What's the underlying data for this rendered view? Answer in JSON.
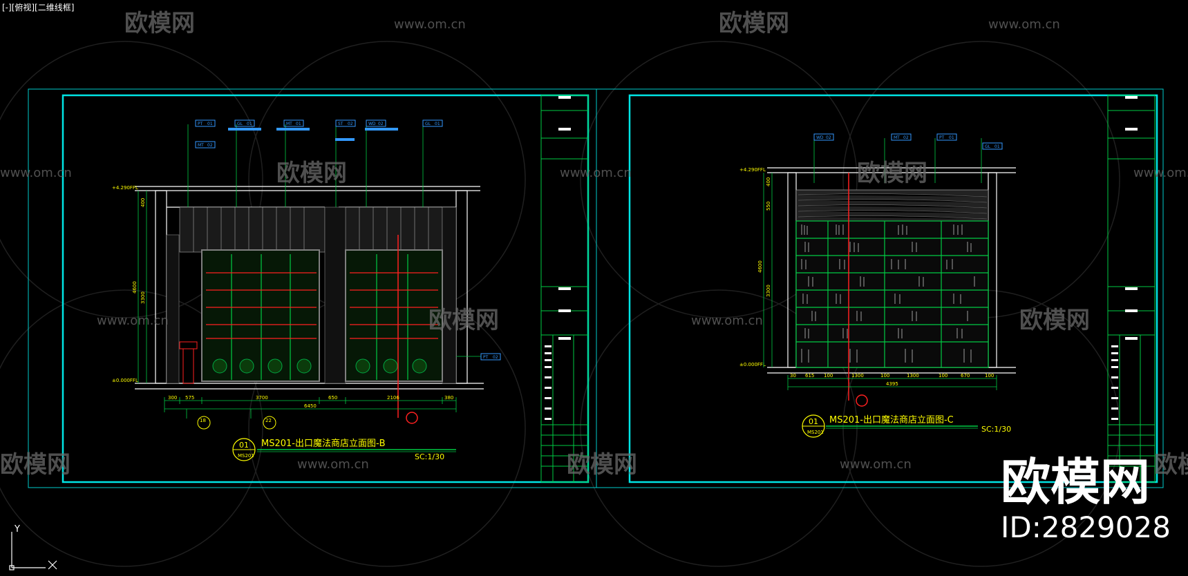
{
  "viewport": {
    "label": "[-][俯视][二维线框]"
  },
  "watermark": {
    "brand": "欧模网",
    "url": "www.om.cn",
    "id_text": "ID:2829028"
  },
  "drawings": [
    {
      "title": "MS201-出口魔法商店立面图-B",
      "scale": "SC:1/30",
      "callout_number": "01",
      "callout_ref": "MS201",
      "detail_marks": [
        "18",
        "22"
      ],
      "dims_bottom": [
        "300",
        "575",
        "3700",
        "650",
        "2106",
        "380"
      ],
      "dim_total": "6450",
      "level_top": "+4.290FFL",
      "level_bottom": "±0.000FFL",
      "vertical_dims": [
        "400",
        "4600",
        "3300"
      ],
      "tags": [
        {
          "code": "PT",
          "mat": "01"
        },
        {
          "code": "GL",
          "mat": "01"
        },
        {
          "code": "MT",
          "mat": "01"
        },
        {
          "code": "ST",
          "mat": "02"
        },
        {
          "code": "WD",
          "mat": "02"
        },
        {
          "code": "GL",
          "mat": "01"
        },
        {
          "code": "PT",
          "mat": "02"
        },
        {
          "code": "MT",
          "mat": "02"
        }
      ]
    },
    {
      "title": "MS201-出口魔法商店立面图-C",
      "scale": "SC:1/30",
      "callout_number": "01",
      "callout_ref": "MS201",
      "dims_bottom": [
        "30",
        "615",
        "100",
        "1300",
        "100",
        "1300",
        "100",
        "670",
        "100"
      ],
      "dim_total": "4395",
      "level_top": "+4.290FFL",
      "level_bottom": "±0.000FFL",
      "vertical_dims": [
        "400",
        "550",
        "4600",
        "3300"
      ],
      "tags": [
        {
          "code": "WD",
          "mat": "02"
        },
        {
          "code": "MT",
          "mat": "02"
        },
        {
          "code": "PT",
          "mat": "01"
        },
        {
          "code": "GL",
          "mat": "01"
        }
      ]
    }
  ],
  "ucs": {
    "y_label": "Y",
    "x_label": "X"
  },
  "colors": {
    "background": "#000000",
    "frame": "#00ffff",
    "border_green": "#00ff00",
    "dim_green": "#00cc66",
    "text_yellow": "#ffff00",
    "tag_blue": "#3399ff",
    "red": "#ff2020",
    "white": "#ffffff"
  }
}
